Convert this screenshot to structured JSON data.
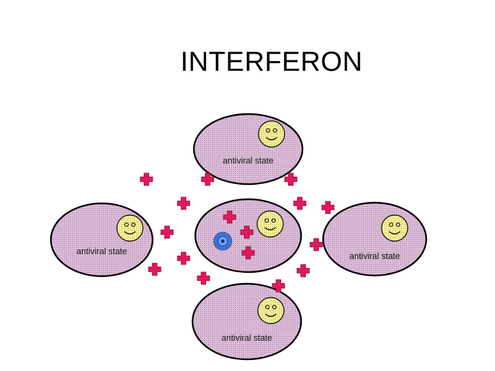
{
  "title": "INTERFERON",
  "cells": [
    {
      "id": "top",
      "label": "antiviral state"
    },
    {
      "id": "left",
      "label": "antiviral state"
    },
    {
      "id": "center",
      "label": ""
    },
    {
      "id": "right",
      "label": "antiviral state"
    },
    {
      "id": "bottom",
      "label": "antiviral state"
    }
  ],
  "colors": {
    "cell_fill": "#d8b6d4",
    "cell_stroke": "#000000",
    "nucleus_fill": "#f2ec8a",
    "interferon": "#e0195a",
    "virus": "#2a5fc9"
  },
  "icons": {
    "nucleus": "smiley-nucleus-icon",
    "interferon": "plus-cross-icon",
    "virus": "virus-particle-icon"
  }
}
